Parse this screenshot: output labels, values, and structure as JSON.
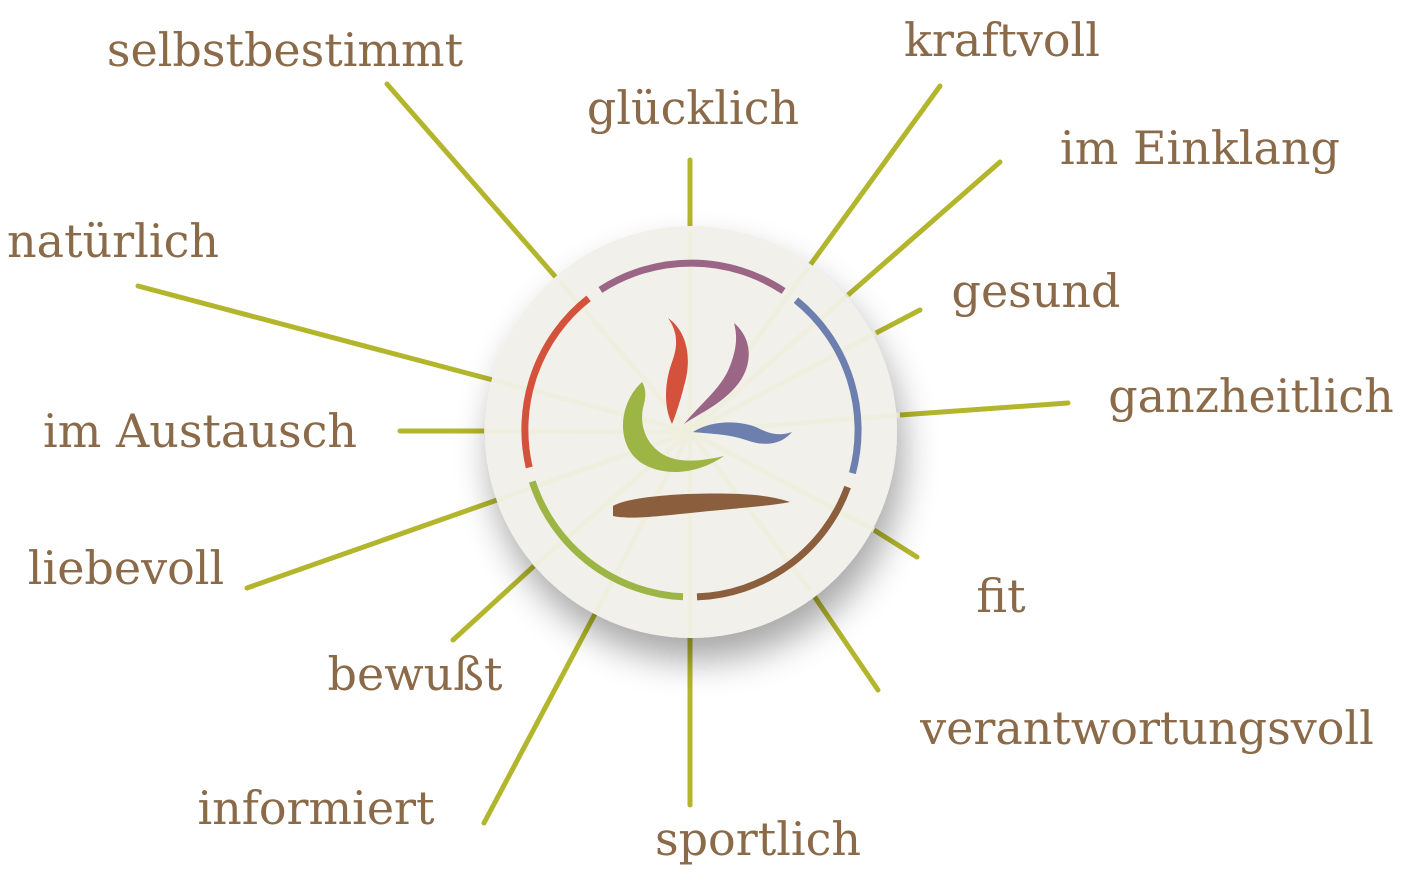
{
  "diagram": {
    "words": [
      "selbstbestimmt",
      "glücklich",
      "kraftvoll",
      "im Einklang",
      "natürlich",
      "gesund",
      "ganzheitlich",
      "im Austausch",
      "liebevoll",
      "fit",
      "bewußt",
      "verantwortungsvoll",
      "informiert",
      "sportlich"
    ],
    "colors": {
      "text": "#8a6a48",
      "spokes": "#b3b62d",
      "circle": "#f2f0ea",
      "purple": "#9b6585",
      "blue": "#6c7fae",
      "brown": "#8b5f3e",
      "green": "#9cb544",
      "red": "#d4513b"
    },
    "center_logo": "flame-brushstroke-logo"
  }
}
